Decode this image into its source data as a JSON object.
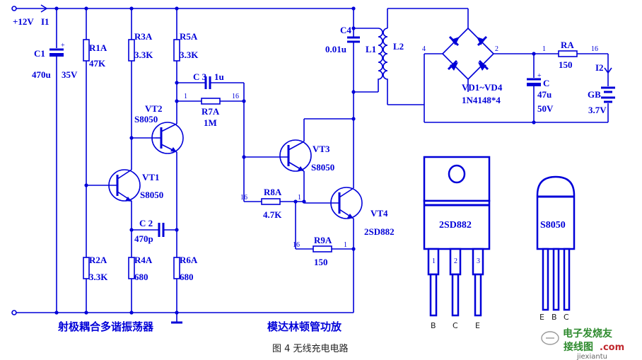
{
  "labels": {
    "supply": "+12V",
    "i1": "I1",
    "c1": "C1",
    "c1_cap": "470u",
    "c1_volt": "35V",
    "r1a": "R1A",
    "r1a_val": "47K",
    "r3a": "R3A",
    "r3a_val": "3.3K",
    "r5a": "R5A",
    "r5a_val": "3.3K",
    "c3": "C 3",
    "c3_val": "1u",
    "r7a": "R7A",
    "r7a_val": "1M",
    "vt2": "VT2",
    "vt2_type": "S8050",
    "vt1": "VT1",
    "vt1_type": "S8050",
    "c2": "C 2",
    "c2_val": "470p",
    "r2a": "R2A",
    "r2a_val": "3.3K",
    "r4a": "R4A",
    "r4a_val": "680",
    "r6a": "R6A",
    "r6a_val": "680",
    "c4": "C4",
    "c4_val": "0.01u",
    "l1": "L1",
    "l2": "L2",
    "vt3": "VT3",
    "vt3_type": "S8050",
    "r8a": "R8A",
    "r8a_val": "4.7K",
    "r9a": "R9A",
    "r9a_val": "150",
    "vt4": "VT4",
    "vt4_type": "2SD882",
    "vd": "VD1~VD4",
    "vd_type": "1N4148*4",
    "c": "C",
    "c_cap": "47u",
    "c_volt": "50V",
    "ra": "RA",
    "ra_val": "150",
    "i2": "I2",
    "gb": "GB",
    "gb_volt": "3.7V",
    "pin1": "1",
    "pin2": "2",
    "pin4": "4",
    "pin16": "16"
  },
  "sections": {
    "left": "射极耦合多谐振荡器",
    "right": "模达林顿管功放"
  },
  "packages": {
    "big_name": "2SD882",
    "big_pins": [
      "B",
      "C",
      "E"
    ],
    "big_pin_nums": [
      "1",
      "2",
      "3"
    ],
    "small_name": "S8050",
    "small_pins": [
      "E",
      "B",
      "C"
    ]
  },
  "caption": "图 4  无线充电电路",
  "watermark": {
    "line1": "电子发烧友",
    "line2": "接线图",
    "line3": ".com",
    "line4": "jiexiantu"
  },
  "colors": {
    "ink": "#0000d8",
    "watermark_green": "#2d8a2d",
    "watermark_red": "#c0272d"
  }
}
